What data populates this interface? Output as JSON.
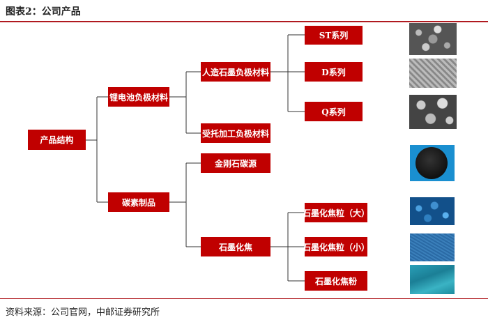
{
  "header": {
    "title": "图表2：公司产品"
  },
  "footer": {
    "source": "资料来源：公司官网，中邮证券研究所"
  },
  "diagram": {
    "root": "产品结构",
    "level1": {
      "battery": "锂电池负极材料",
      "carbon": "碳素制品"
    },
    "level2": {
      "artificial": "人造石墨负极材料",
      "outsourced": "受托加工负极材料",
      "diamond": "金刚石碳源",
      "coke": "石墨化焦"
    },
    "level3": {
      "st": "ST系列",
      "d": "D系列",
      "q": "Q系列",
      "coke_big": "石墨化焦粒（大）",
      "coke_small": "石墨化焦粒（小）",
      "coke_powder": "石墨化焦粉"
    }
  },
  "colors": {
    "node": "#c00000",
    "rule": "#b01a1f"
  }
}
